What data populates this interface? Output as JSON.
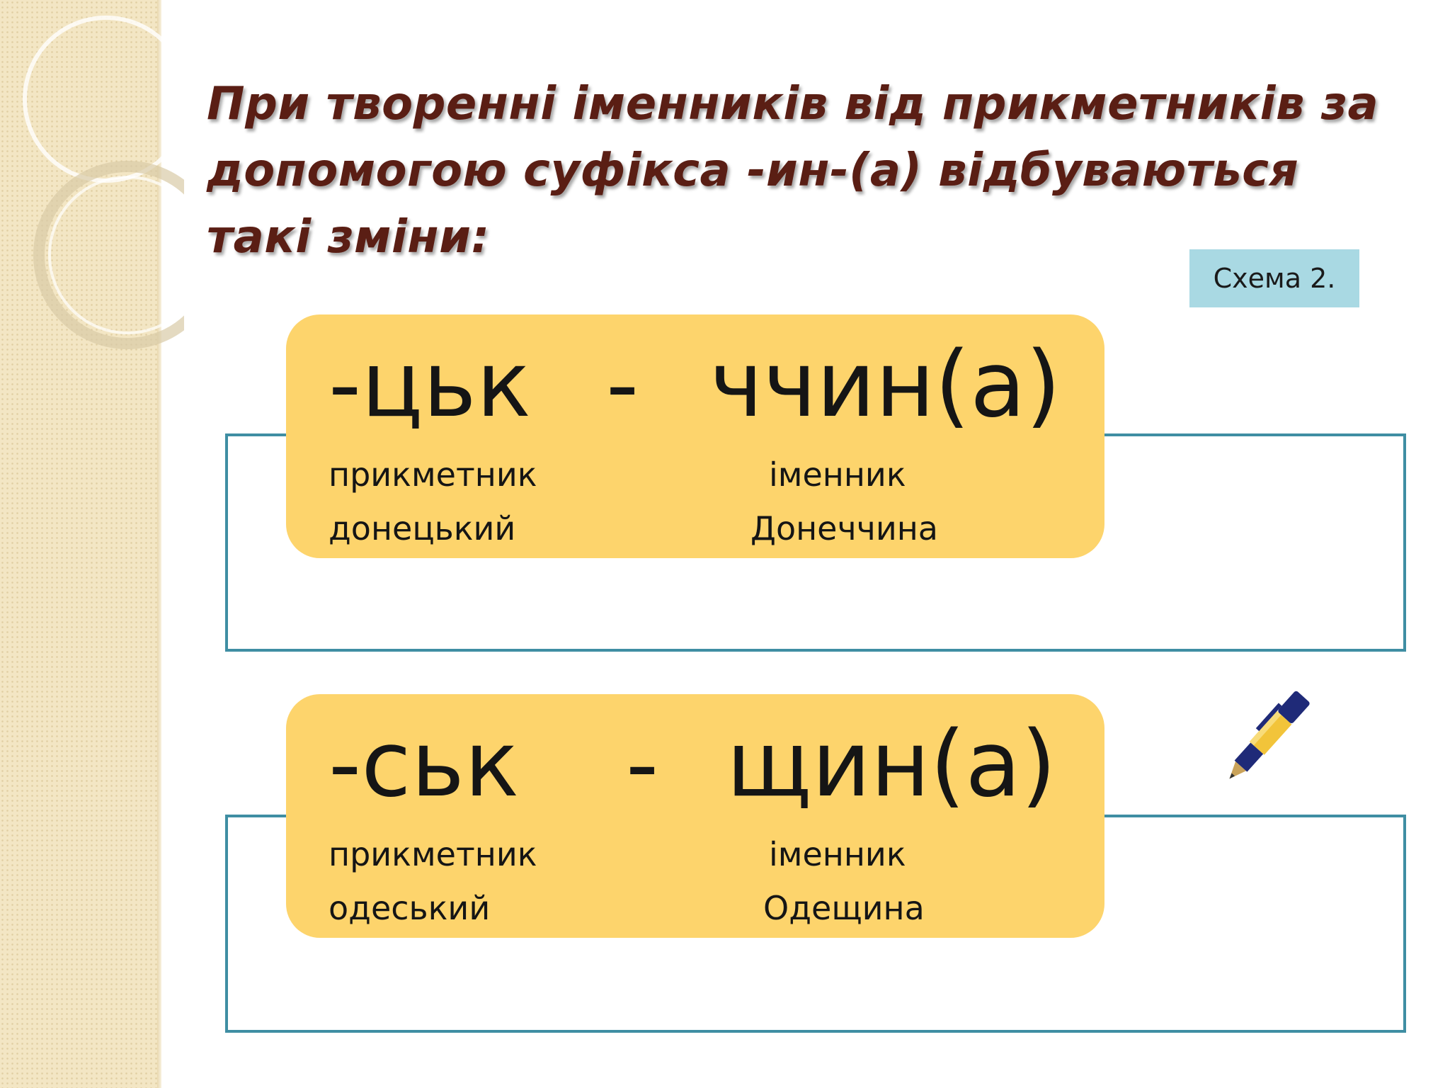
{
  "title": "При творенні іменників від прикметників за допомогою суфікса -ин-(а) відбуваються такі зміни:",
  "scheme_label": "Схема 2.",
  "rules": [
    {
      "adj_suffix": "-цьк",
      "dash": "-",
      "noun_suffix": "ччин(а)",
      "left_label": "прикметник",
      "right_label": "іменник",
      "left_example": "донецький",
      "right_example": "Донеччина"
    },
    {
      "adj_suffix": "-ськ",
      "dash": "-",
      "noun_suffix": "щин(а)",
      "left_label": "прикметник",
      "right_label": "іменник",
      "left_example": "одеський",
      "right_example": "Одещина"
    }
  ],
  "colors": {
    "title": "#5a1e14",
    "pill": "#fdd46c",
    "frame": "#3f8ea3",
    "scheme_bg": "#a9d9e3",
    "sidebar": "#f3e6c4"
  },
  "icons": [
    "pen-icon"
  ]
}
